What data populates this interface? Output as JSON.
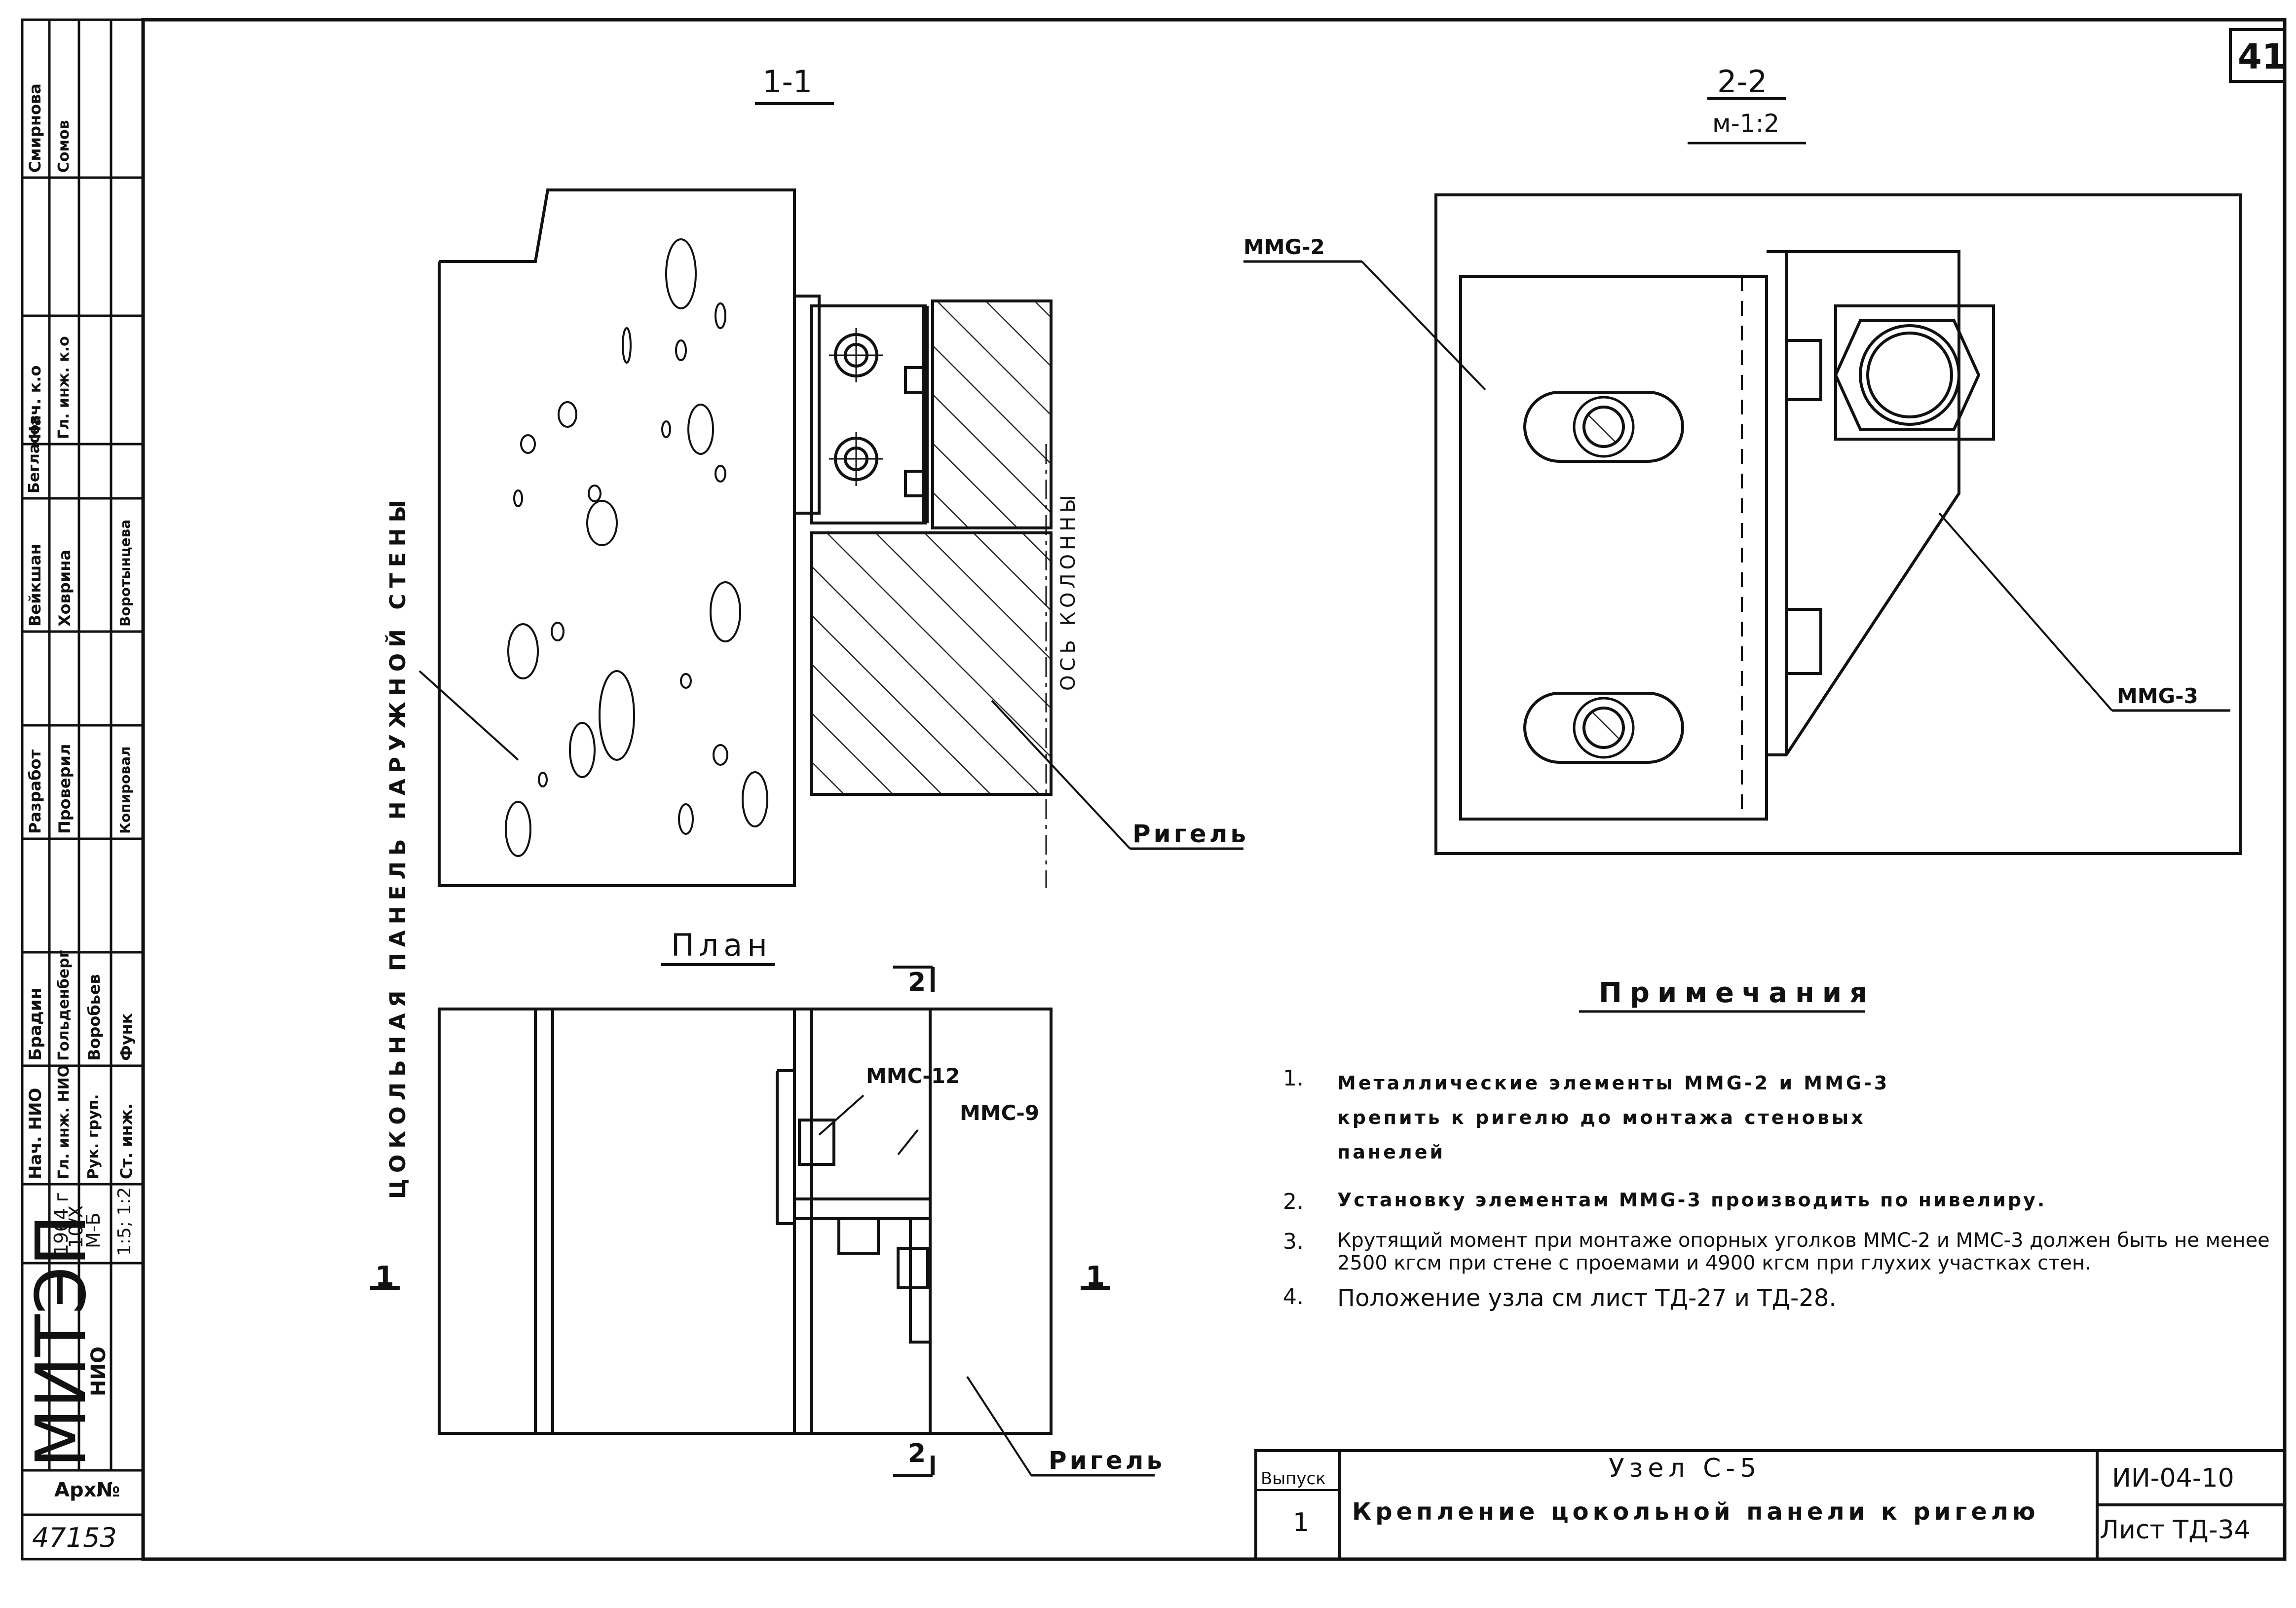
{
  "sheet_number": "41",
  "sections": {
    "section_1_1": "1-1",
    "section_2_2": "2-2",
    "section_2_2_scale": "м-1:2",
    "plan": "План",
    "marker_1": "1",
    "marker_2": "2"
  },
  "labels": {
    "axis_column": "ОСЬ КОЛОННЫ",
    "plinth_panel": "ЦОКОЛЬНАЯ ПАНЕЛЬ НАРУЖНОЙ СТЕНЫ",
    "rigel_top": "Ригель",
    "rigel_bottom": "Ригель",
    "mmc12": "ММС-12",
    "mmc9": "ММС-9",
    "mmg2": "ММG-2",
    "mmg3": "ММG-3"
  },
  "notes": {
    "title": "Примечания",
    "items": [
      {
        "num": "1.",
        "text": "Металлические элементы ММG-2 и ММG-3 крепить к ригелю до монтажа стеновых панелей"
      },
      {
        "num": "2.",
        "text": "Установку элементам ММG-3 производить по нивелиру."
      },
      {
        "num": "3.",
        "text": "Крутящий момент при монтаже опорных уголков ММС-2 и ММС-3 должен быть не менее 2500 кгсм при стене с проемами и 4900 кгсм при глухих участках стен."
      },
      {
        "num": "4.",
        "text": "Положение узла см лист ТД-27 и ТД-28."
      }
    ]
  },
  "title_block": {
    "issue_label": "Выпуск",
    "issue_value": "1",
    "node_title": "Узел С-5",
    "node_desc": "Крепление цокольной панели к ригелю",
    "code": "ИИ-04-10",
    "sheet": "Лист ТД-34"
  },
  "stamp": {
    "org": "МИТЭП",
    "dept": "НИО",
    "archive": "Арх№",
    "archive_no": "47153",
    "year": "1964 г",
    "date": "10/X",
    "mark": "М-Б",
    "scale": "1:5; 1:2",
    "roles": [
      {
        "role": "Нач. НИО",
        "name": "Брадин"
      },
      {
        "role": "Гл. инж. НИО",
        "name": "Гольденберг"
      },
      {
        "role": "Рук. груп.",
        "name": "Воробьев"
      },
      {
        "role": "Ст. инж.",
        "name": "Функ"
      },
      {
        "role": "Разработ",
        "name": "Вейкшан"
      },
      {
        "role": "Проверил",
        "name": "Ховрина"
      },
      {
        "role": "Копировал",
        "name": "Воротынцева"
      },
      {
        "role": "Нач. к.о",
        "name": "Смирнова"
      },
      {
        "role": "Гл. инж. к.о",
        "name": "Сомов"
      },
      {
        "role": "",
        "name": "Бегласов"
      }
    ]
  }
}
